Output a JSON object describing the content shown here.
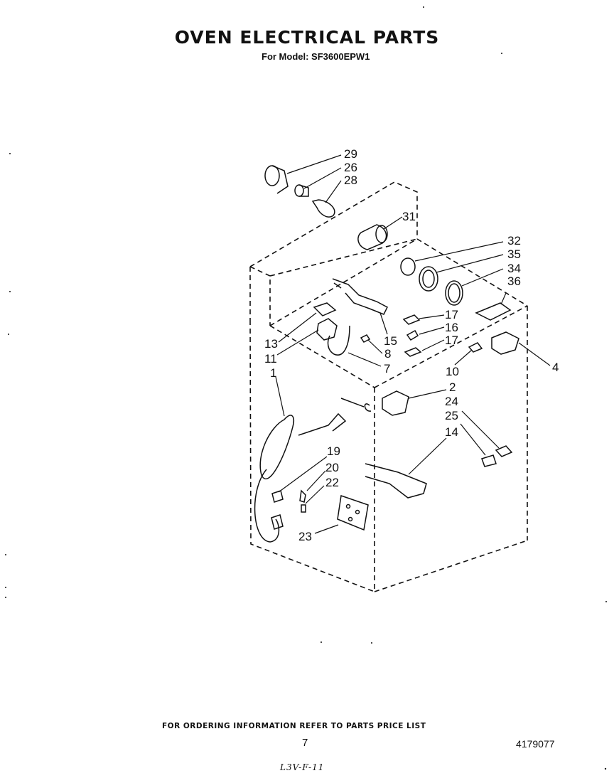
{
  "header": {
    "title": "OVEN ELECTRICAL PARTS",
    "model_line": "For Model: SF3600EPW1"
  },
  "callouts": [
    "29",
    "26",
    "28",
    "31",
    "32",
    "35",
    "34",
    "36",
    "17",
    "16",
    "17",
    "15",
    "8",
    "13",
    "11",
    "7",
    "1",
    "10",
    "4",
    "2",
    "24",
    "25",
    "14",
    "19",
    "20",
    "22",
    "23"
  ],
  "footer": {
    "ordering_note": "FOR ORDERING INFORMATION REFER TO PARTS PRICE LIST",
    "page_number": "7",
    "doc_number": "4179077",
    "handwritten_code": "L3V-F-11"
  }
}
